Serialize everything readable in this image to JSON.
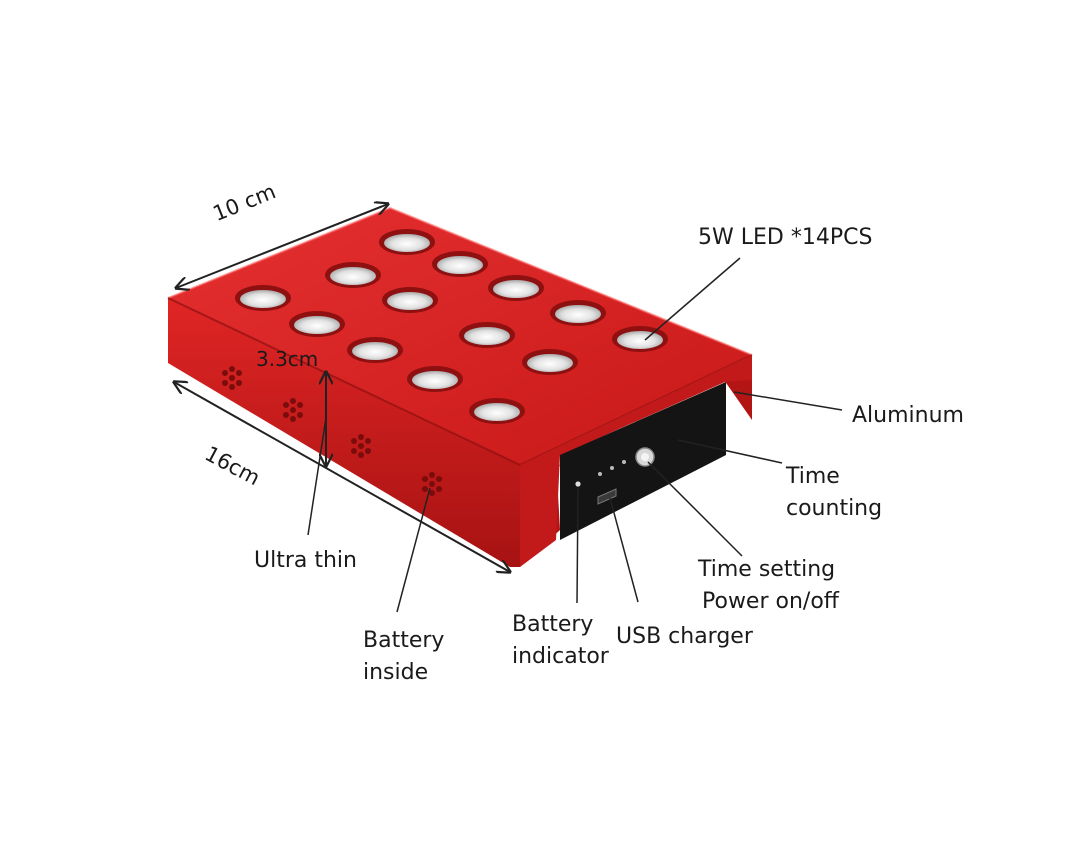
{
  "dimensions": {
    "width": "10 cm",
    "length": "16cm",
    "height": "3.3cm"
  },
  "callouts": {
    "led": "5W LED *14PCS",
    "aluminum": "Aluminum",
    "time_counting_line1": "Time",
    "time_counting_line2": "counting",
    "time_setting_line1": "Time setting",
    "time_setting_line2": "Power on/off",
    "usb_charger": "USB charger",
    "battery_indicator_line1": "Battery",
    "battery_indicator_line2": "indicator",
    "battery_inside_line1": "Battery",
    "battery_inside_line2": "inside",
    "ultra_thin": "Ultra thin"
  },
  "colors": {
    "body_red": "#d41f1f",
    "body_dark_red": "#9e1212",
    "panel_black": "#141414",
    "led_lens": "#e6e6e6"
  }
}
